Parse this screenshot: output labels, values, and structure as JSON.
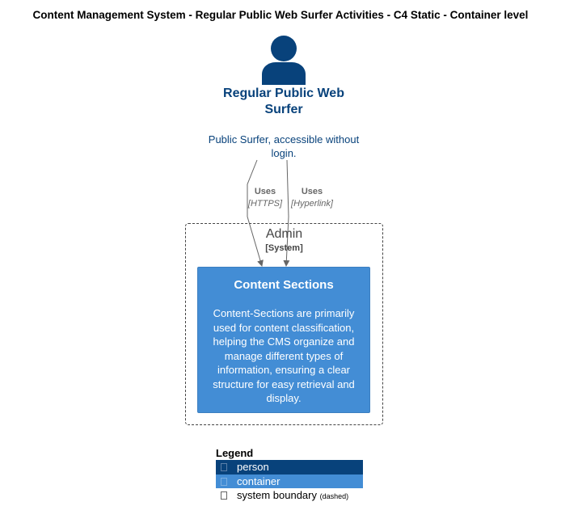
{
  "title": "Content Management System - Regular Public Web Surfer Activities - C4 Static - Container level",
  "person": {
    "name": "Regular Public Web Surfer",
    "description": "Public Surfer, accessible without login.",
    "icon": "person-icon",
    "color": "#08427b"
  },
  "relationships": [
    {
      "label": "Uses",
      "technology": "[HTTPS]"
    },
    {
      "label": "Uses",
      "technology": "[Hyperlink]"
    }
  ],
  "boundary": {
    "name": "Admin",
    "type": "[System]"
  },
  "container": {
    "name": "Content Sections",
    "description": "Content-Sections are primarily used for content classification, helping the CMS organize and manage different types of information, ensuring a clear structure for easy retrieval and display.",
    "color": "#438dd5"
  },
  "legend": {
    "title": "Legend",
    "items": [
      {
        "label": "person",
        "color": "#08427b"
      },
      {
        "label": "container",
        "color": "#438dd5"
      },
      {
        "label": "system boundary",
        "note": "(dashed)"
      }
    ]
  }
}
